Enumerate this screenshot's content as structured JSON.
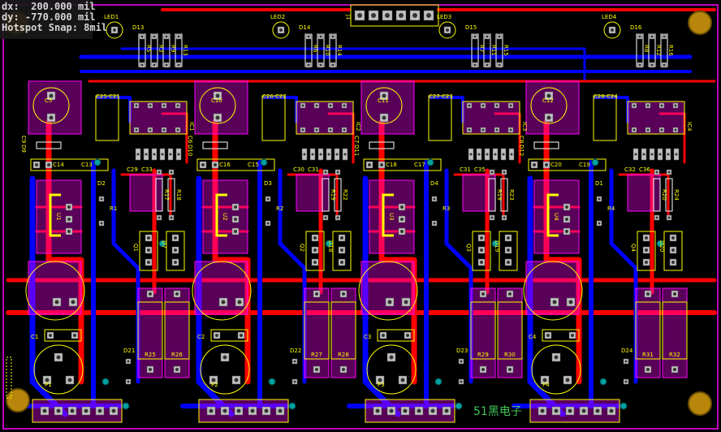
{
  "hud": {
    "dx_label": "dx:",
    "dx_value": "200.000 mil",
    "dy_label": "dy:",
    "dy_value": "-770.000 mil",
    "snap_label": "Hotspot Snap: 8mil"
  },
  "watermark": "51黑电子",
  "colors": {
    "board": "#000000",
    "top_copper": "#ff0000",
    "bottom_copper": "#0000ff",
    "silkscreen": "#ffff00",
    "pad": "#c0c0c0",
    "keepout": "#ff00ff",
    "via": "#00a0a0",
    "mount_hole": "#b8860b"
  },
  "channels": [
    {
      "led": "LED1",
      "diodes_top": [
        "D13"
      ],
      "resistors_top": [
        "R5",
        "R3",
        "R9",
        "R13"
      ],
      "cap_big": "C5",
      "cap_filter": "C9",
      "caps_small": [
        "C25",
        "C21"
      ],
      "ic": "IC1",
      "pad_labels": [
        "D9",
        "C14",
        "C13"
      ],
      "driver": "U1",
      "diodes_mid": [
        "D2",
        "R1"
      ],
      "caps_mid": [
        "C29",
        "C33"
      ],
      "resistors_mid": [
        "R17",
        "R18"
      ],
      "fet": [
        "Q1",
        "D7"
      ],
      "resistors_power": [
        "R25",
        "R26"
      ],
      "cap_low": "C1",
      "diode_low": "D21",
      "pot": "P1"
    },
    {
      "led": "LED2",
      "diodes_top": [
        "D14"
      ],
      "resistors_top": [
        "R6",
        "R10",
        "R14"
      ],
      "cap_big": "C10",
      "cap_filter": "C6",
      "caps_small": [
        "C26",
        "C22"
      ],
      "ic": "IC2",
      "pad_labels": [
        "D10",
        "C16",
        "C15"
      ],
      "driver": "U2",
      "diodes_mid": [
        "D3",
        "R2"
      ],
      "caps_mid": [
        "C30",
        "C31"
      ],
      "resistors_mid": [
        "R19",
        "R22"
      ],
      "fet": [
        "Q2",
        "D18"
      ],
      "resistors_power": [
        "R27",
        "R28"
      ],
      "cap_low": "C2",
      "diode_low": "D22",
      "pot": "P2"
    },
    {
      "led": "LED3",
      "diodes_top": [
        "D15"
      ],
      "resistors_top": [
        "R7",
        "R11",
        "R15"
      ],
      "cap_big": "C11",
      "cap_filter": "C7",
      "caps_small": [
        "C27",
        "C23"
      ],
      "ic": "IC3",
      "pad_labels": [
        "D11",
        "C18",
        "C17"
      ],
      "driver": "U3",
      "diodes_mid": [
        "D4",
        "R3"
      ],
      "caps_mid": [
        "C31",
        "C35"
      ],
      "resistors_mid": [
        "R19",
        "R23"
      ],
      "fet": [
        "Q3",
        "D19"
      ],
      "resistors_power": [
        "R29",
        "R30"
      ],
      "cap_low": "C3",
      "diode_low": "D23",
      "pot": "P3"
    },
    {
      "led": "LED4",
      "diodes_top": [
        "D16"
      ],
      "resistors_top": [
        "R8",
        "R12",
        "R16"
      ],
      "cap_big": "C12",
      "cap_filter": "C8",
      "caps_small": [
        "C28",
        "C24"
      ],
      "ic": "IC4",
      "pad_labels": [
        "D12",
        "C20",
        "C19"
      ],
      "driver": "U4",
      "diodes_mid": [
        "D1",
        "R4"
      ],
      "caps_mid": [
        "C32",
        "C36"
      ],
      "resistors_mid": [
        "R20",
        "R24"
      ],
      "fet": [
        "Q4",
        "D20"
      ],
      "resistors_power": [
        "R31",
        "R32"
      ],
      "cap_low": "C4",
      "diode_low": "D24",
      "pot": "P4"
    }
  ],
  "header_connector": "J1"
}
